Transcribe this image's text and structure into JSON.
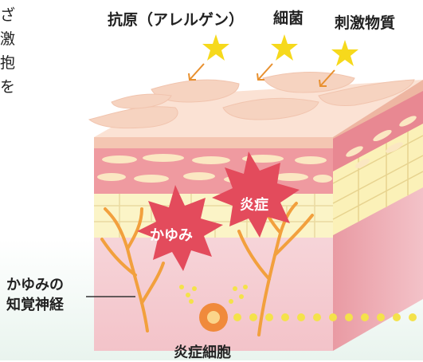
{
  "side_text": {
    "lines": [
      "ざ",
      "激",
      "抱",
      "を"
    ]
  },
  "labels": {
    "antigen": "抗原（アレルゲン）",
    "bacteria": "細菌",
    "irritant": "刺激物質",
    "inflammation": "炎症",
    "itch": "かゆみ",
    "itch_nerve_line1": "かゆみの",
    "itch_nerve_line2": "知覚神経",
    "inflammatory_cells": "炎症細胞"
  },
  "colors": {
    "star": "#f6d91c",
    "arrow": "#e8902f",
    "burst": "#e34b5c",
    "nerve": "#f2a03d",
    "dots": "#f4e24a",
    "cell": "#f08a3b",
    "skin_surface": "#f6d3c0",
    "skin_pink": "#ef9aa0",
    "fat_yellow": "#fbf4c7",
    "dermis_pink": "#f8d2d6"
  }
}
